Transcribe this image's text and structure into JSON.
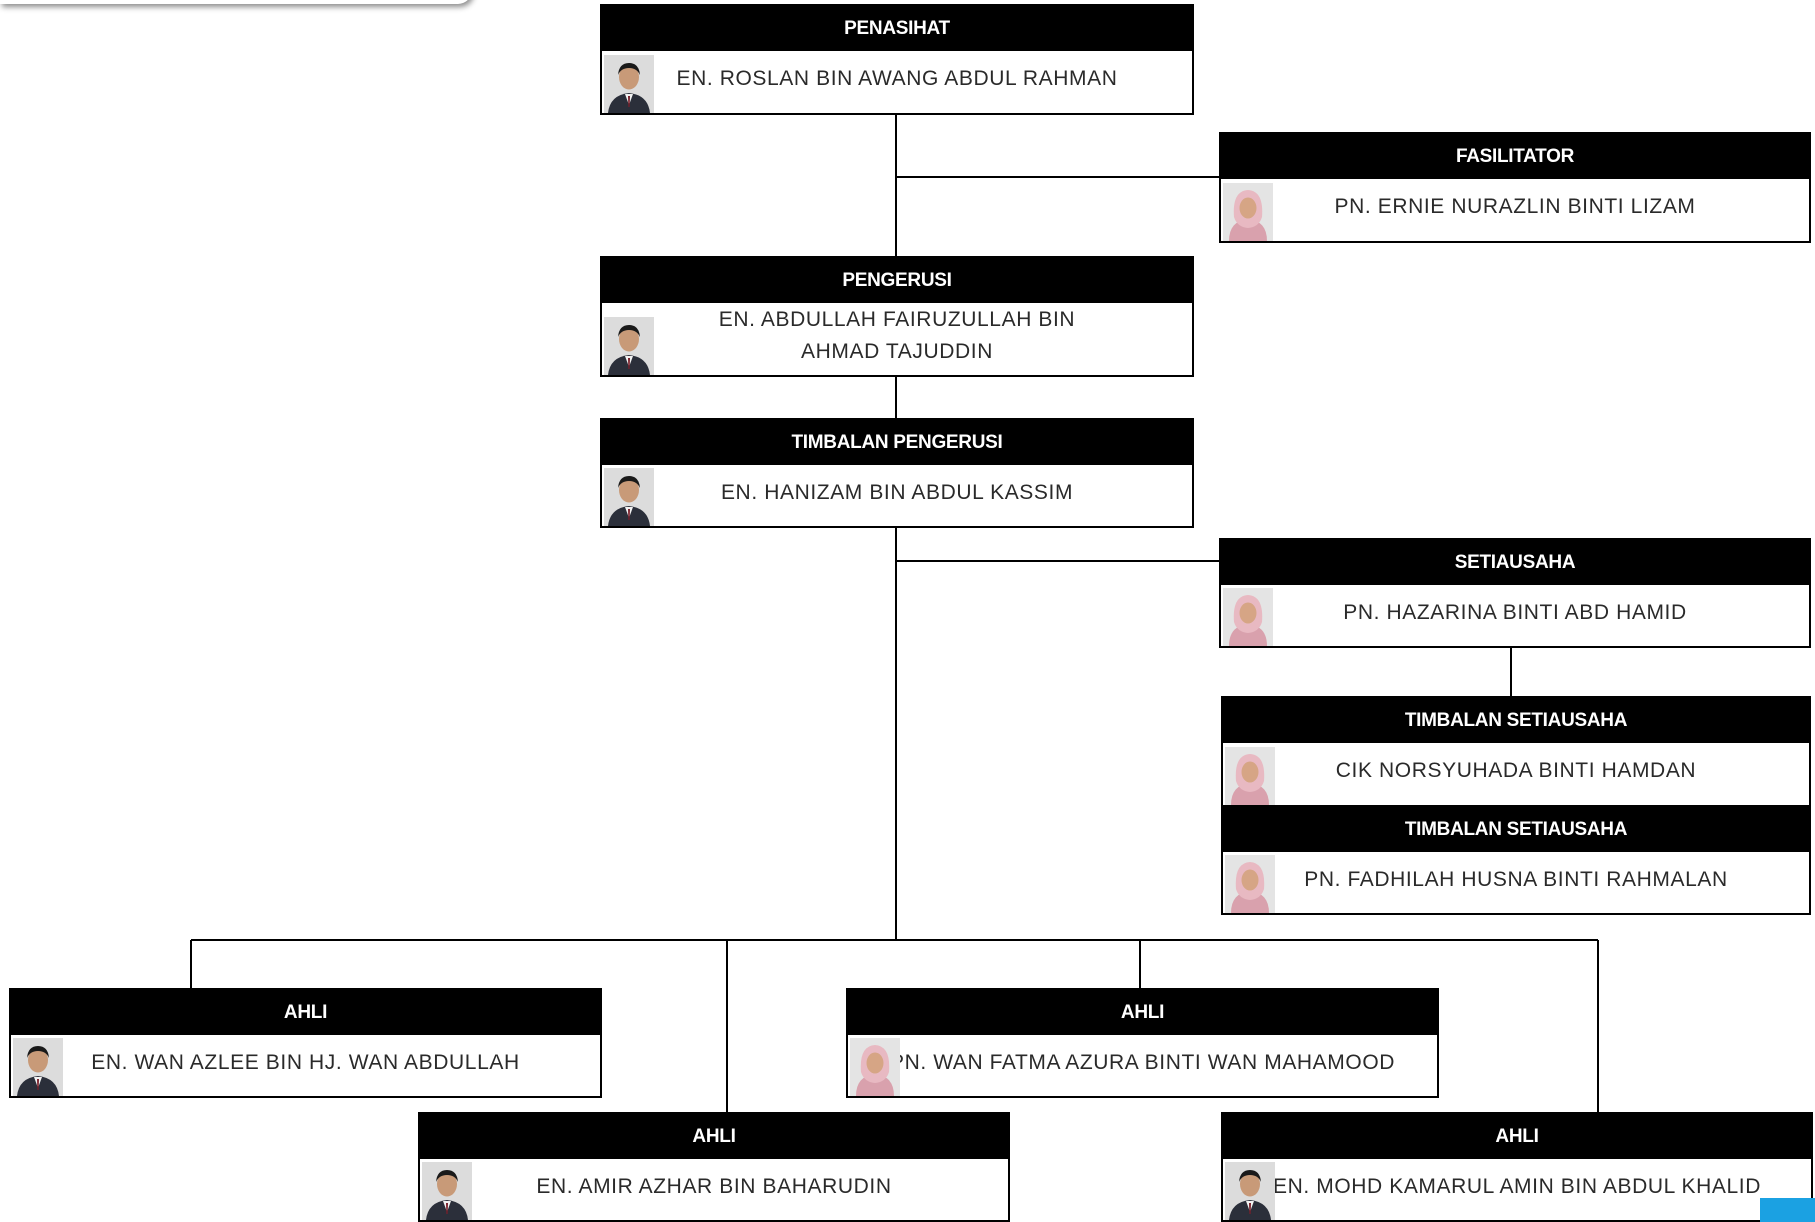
{
  "roles": {
    "penasihat": {
      "title": "PENASIHAT",
      "name": "EN. ROSLAN BIN AWANG ABDUL RAHMAN",
      "photo": "male-portrait-icon"
    },
    "fasilitator": {
      "title": "FASILITATOR",
      "name": "PN. ERNIE NURAZLIN BINTI LIZAM",
      "photo": "female-portrait-icon"
    },
    "pengerusi": {
      "title": "PENGERUSI",
      "name": "EN. ABDULLAH FAIRUZULLAH BIN\nAHMAD TAJUDDIN",
      "photo": "male-portrait-icon"
    },
    "timbalan_pengerusi": {
      "title": "TIMBALAN PENGERUSI",
      "name": "EN. HANIZAM BIN ABDUL KASSIM",
      "photo": "male-portrait-icon"
    },
    "setiausaha": {
      "title": "SETIAUSAHA",
      "name": "PN. HAZARINA BINTI ABD HAMID",
      "photo": "female-portrait-icon"
    },
    "timbalan_setiausaha_1": {
      "title": "TIMBALAN SETIAUSAHA",
      "name": "CIK NORSYUHADA BINTI HAMDAN",
      "photo": "female-portrait-icon"
    },
    "timbalan_setiausaha_2": {
      "title": "TIMBALAN SETIAUSAHA",
      "name": "PN. FADHILAH HUSNA BINTI RAHMALAN",
      "photo": "female-portrait-icon"
    },
    "ahli_1": {
      "title": "AHLI",
      "name": "EN. WAN AZLEE BIN HJ. WAN ABDULLAH",
      "photo": "male-portrait-icon"
    },
    "ahli_2": {
      "title": "AHLI",
      "name": "PN. WAN FATMA AZURA BINTI WAN MAHAMOOD",
      "photo": "female-portrait-icon"
    },
    "ahli_3": {
      "title": "AHLI",
      "name": "EN. AMIR AZHAR BIN BAHARUDIN",
      "photo": "male-portrait-icon"
    },
    "ahli_4": {
      "title": "AHLI",
      "name": "EN. MOHD KAMARUL AMIN BIN ABDUL KHALID",
      "photo": "male-portrait-icon"
    }
  },
  "colors": {
    "header_background": "#000000",
    "header_text": "#ffffff",
    "name_text": "#2a2a2a",
    "connector": "#000000",
    "accent": "#1ba1e2"
  }
}
